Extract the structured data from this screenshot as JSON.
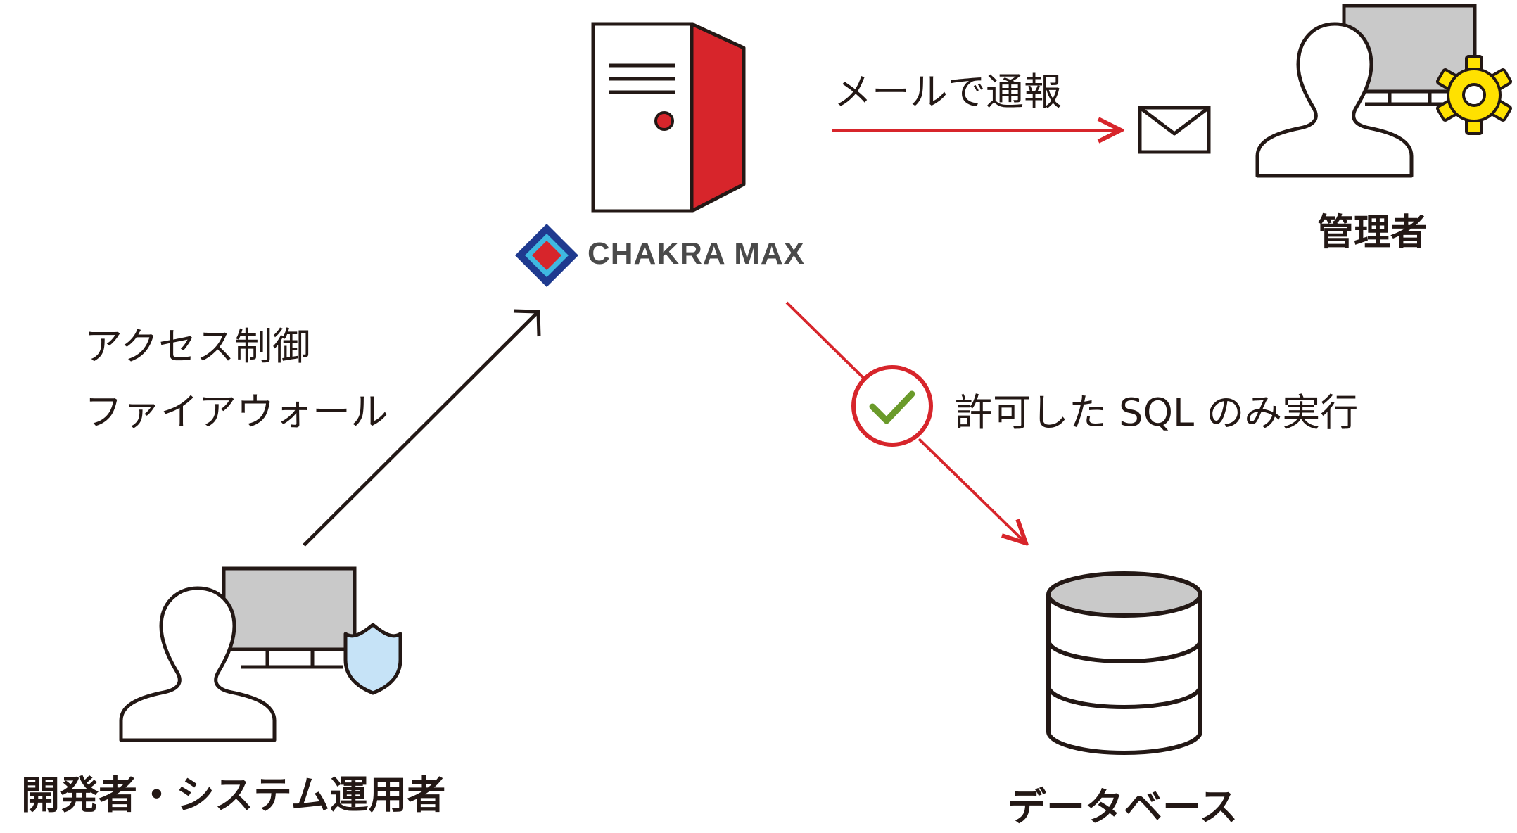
{
  "brand": {
    "name": "CHAKRA MAX"
  },
  "labels": {
    "email_notify": "メールで通報",
    "admin": "管理者",
    "access_control": "アクセス制御",
    "firewall": "ファイアウォール",
    "allowed_sql": "許可した SQL のみ実行",
    "developer": "開発者・システム運用者",
    "database": "データベース"
  },
  "colors": {
    "accent_red": "#d7252b",
    "ink": "#231815",
    "monitor_gray": "#c9c9c9",
    "shield_blue": "#c6e3f7",
    "gear_yellow": "#ffe100",
    "check_green": "#6a9a2a",
    "logo_navy": "#1f3a8f",
    "logo_cyan": "#3fb8e0"
  },
  "icons": [
    "server-icon",
    "mail-icon",
    "admin-user-icon",
    "gear-icon",
    "developer-user-icon",
    "shield-icon",
    "database-icon",
    "check-icon"
  ]
}
